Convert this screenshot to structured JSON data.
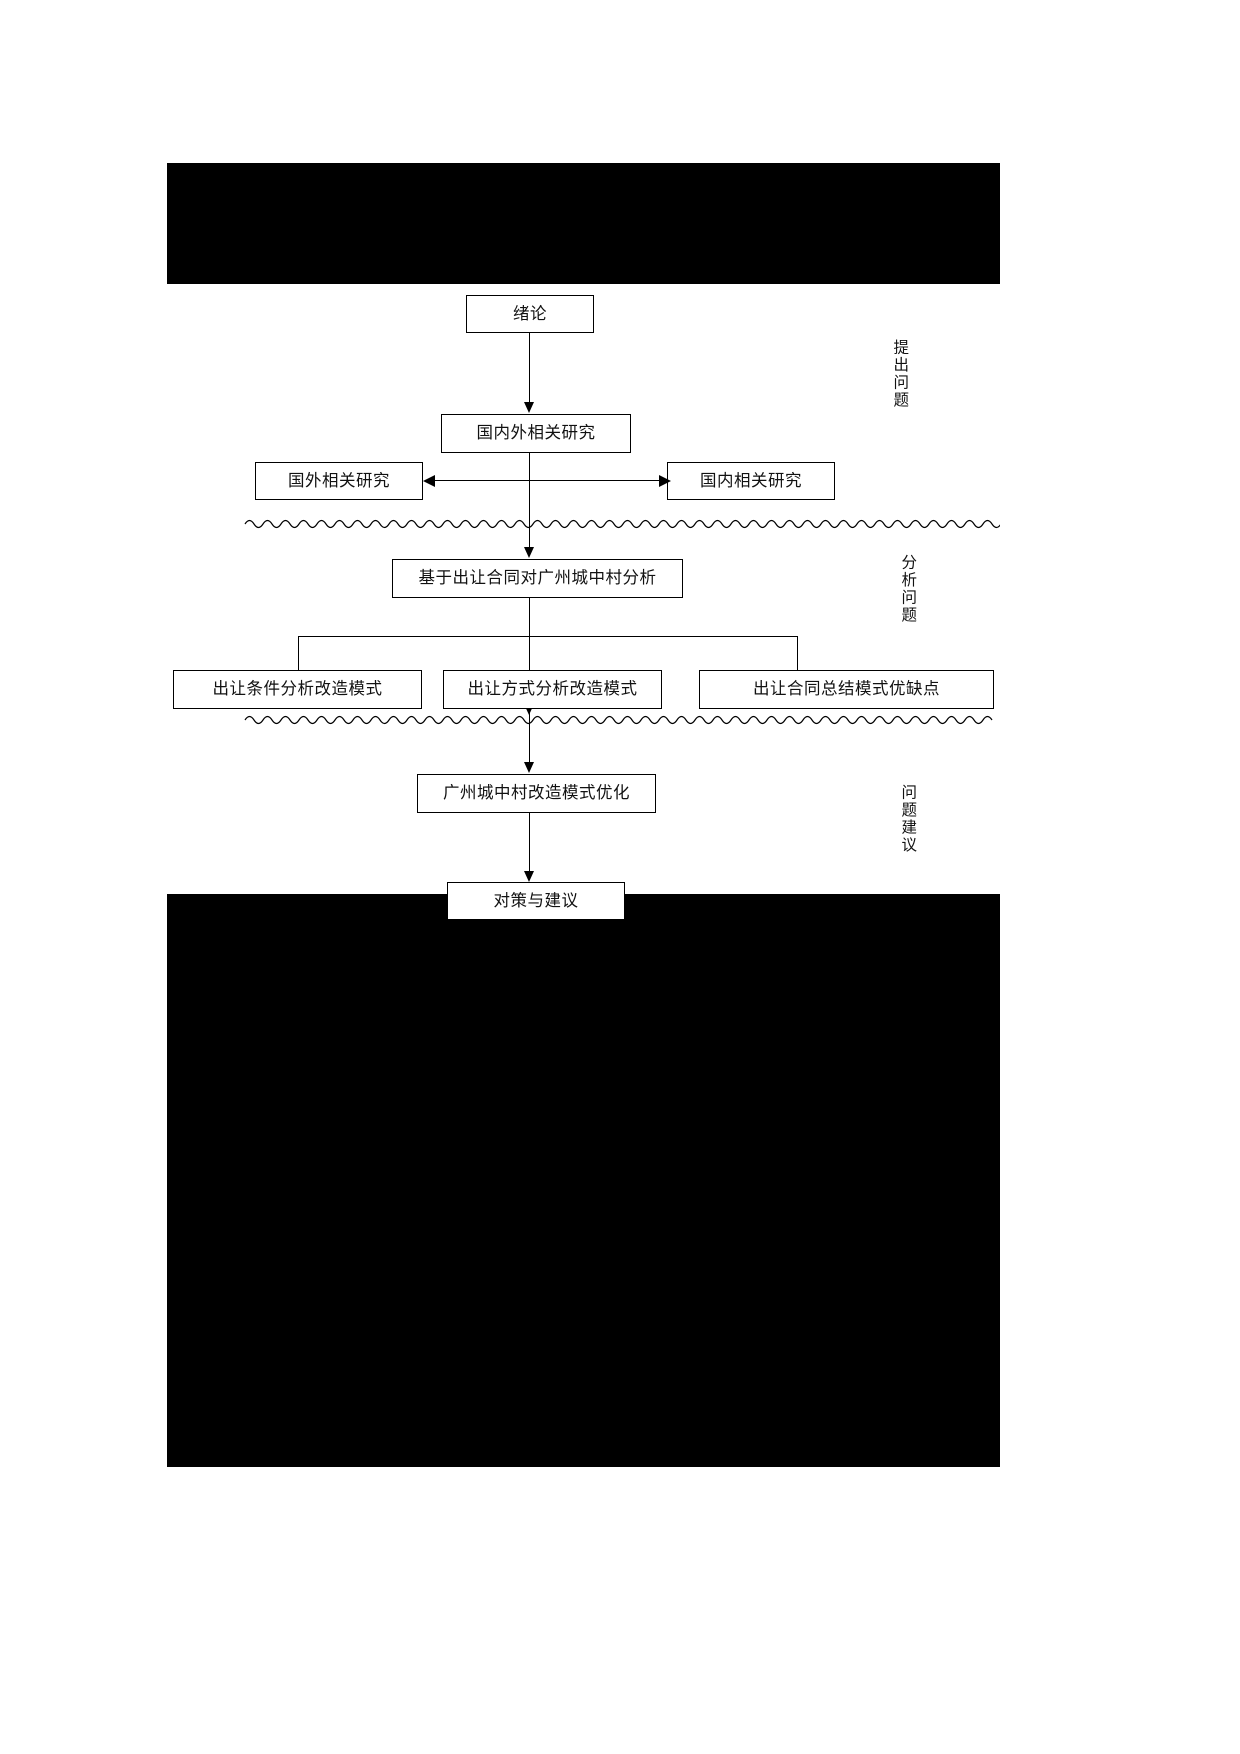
{
  "figure": {
    "type": "flowchart",
    "orientation": "top-down",
    "nodes": [
      {
        "id": "n1",
        "label": "绪论"
      },
      {
        "id": "n2",
        "label": "国内外相关研究"
      },
      {
        "id": "n3",
        "label": "国外相关研究"
      },
      {
        "id": "n4",
        "label": "国内相关研究"
      },
      {
        "id": "n5",
        "label": "基于出让合同对广州城中村分析"
      },
      {
        "id": "n6",
        "label": "出让条件分析改造模式"
      },
      {
        "id": "n7",
        "label": "出让方式分析改造模式"
      },
      {
        "id": "n8",
        "label": "出让合同总结模式优缺点"
      },
      {
        "id": "n9",
        "label": "广州城中村改造模式优化"
      },
      {
        "id": "n10",
        "label": "对策与建议"
      }
    ],
    "phases": [
      {
        "id": "p1",
        "label": "提出问题"
      },
      {
        "id": "p2",
        "label": "分析问题"
      },
      {
        "id": "p3",
        "label": "问题建议"
      }
    ],
    "separators": [
      {
        "id": "s1",
        "style": "wavy"
      },
      {
        "id": "s2",
        "style": "wavy"
      }
    ],
    "colors": {
      "line": "#000000",
      "box_border": "#000000",
      "box_fill": "#ffffff",
      "text": "#111111",
      "redaction": "#000000"
    }
  }
}
